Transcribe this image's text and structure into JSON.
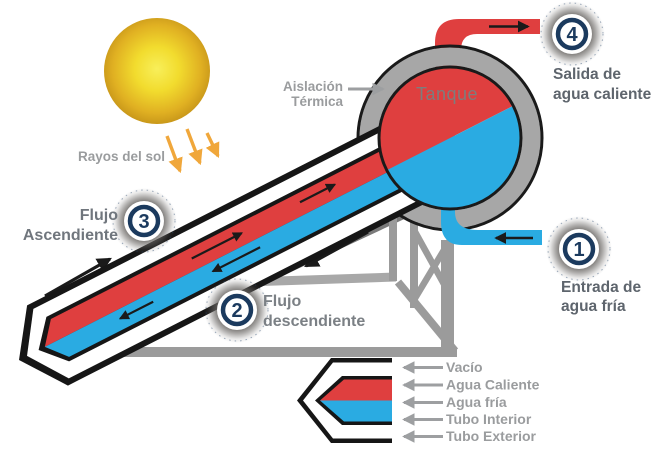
{
  "sun": {
    "label": "Rayos del sol"
  },
  "tank": {
    "label": "Tanque"
  },
  "insulation": {
    "line1": "Aislación",
    "line2": "Térmica"
  },
  "steps": [
    {
      "number": "1",
      "line1": "Entrada de",
      "line2": "agua fría"
    },
    {
      "number": "2",
      "line1": "Flujo",
      "line2": "descendiente"
    },
    {
      "number": "3",
      "line1": "Flujo",
      "line2": "Ascendiente"
    },
    {
      "number": "4",
      "line1": "Salida de",
      "line2": "agua caliente"
    }
  ],
  "legend": {
    "items": [
      "Vacío",
      "Agua Caliente",
      "Agua fría",
      "Tubo Interior",
      "Tubo Exterior"
    ]
  },
  "colors": {
    "hot_red": "#df3f3f",
    "cold_blue": "#2aabe2",
    "navy": "#1b3a5e",
    "tank_ring_gray": "#a7a7a7",
    "frame_gray": "#9b9b9b",
    "rail_dark_gray": "#7a7a7a",
    "sun_center": "#f7e52e",
    "sun_edge": "#d09c1a",
    "ray_orange": "#f0a73b"
  }
}
